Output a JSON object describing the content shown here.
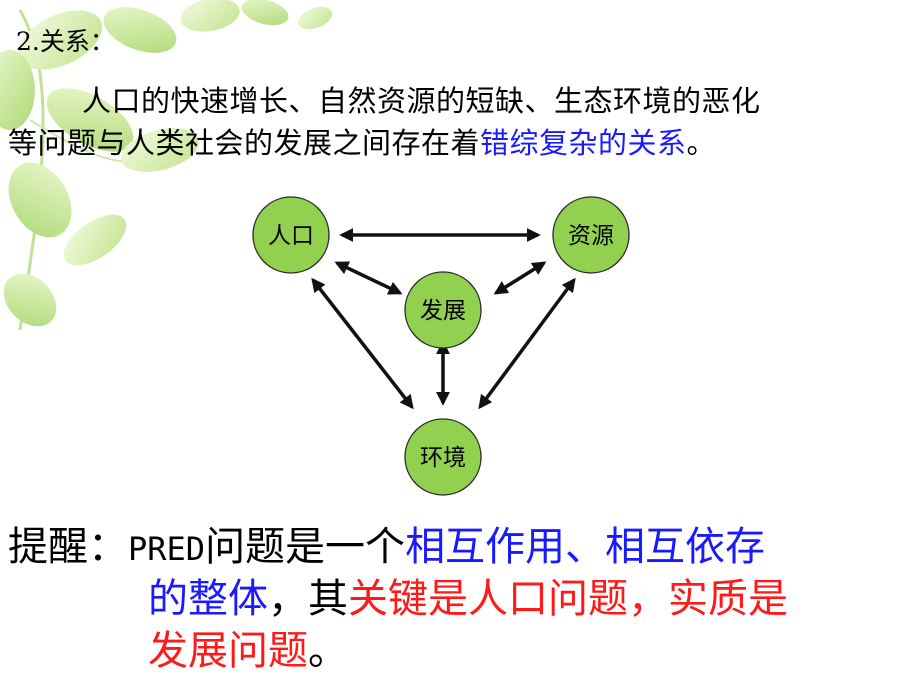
{
  "heading": "2.关系：",
  "paragraph": {
    "line1": "人口的快速增长、自然资源的短缺、生态环境的恶化",
    "line2_prefix": "等问题与人类社会的发展之间存在着",
    "line2_highlight": "错综复杂的关系",
    "line2_suffix": "。"
  },
  "diagram": {
    "nodes": {
      "population": "人口",
      "resources": "资源",
      "development": "发展",
      "environment": "环境"
    },
    "edges": [
      [
        "population",
        "resources"
      ],
      [
        "population",
        "development"
      ],
      [
        "resources",
        "development"
      ],
      [
        "population",
        "environment"
      ],
      [
        "resources",
        "environment"
      ],
      [
        "development",
        "environment"
      ]
    ],
    "node_color": "#92d050"
  },
  "tip": {
    "label": "提醒：",
    "acronym": "PRED",
    "text1": "问题是一个",
    "blue1": "相互作用、相互依存",
    "blue2": "的整体",
    "text2": "，其",
    "red1": "关键是人口问题，实质是",
    "red2": "发展问题",
    "end": "。"
  },
  "colors": {
    "highlight_blue": "#1a1aff",
    "highlight_red": "#ff1a1a"
  }
}
